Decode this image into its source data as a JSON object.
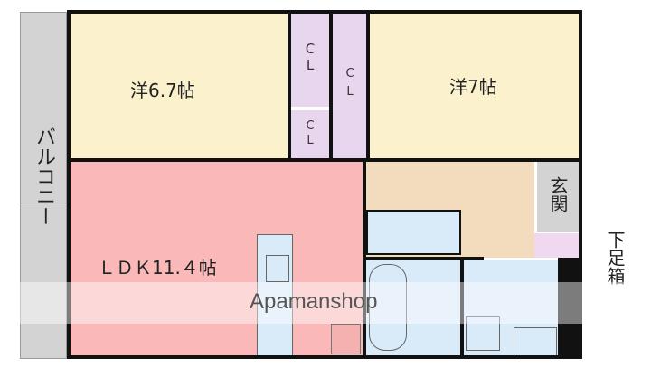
{
  "floorplan": {
    "rooms": {
      "western_room_1": {
        "label": "洋6.7帖",
        "color": "#fbf1cd"
      },
      "western_room_2": {
        "label": "洋7帖",
        "color": "#fbf1cd"
      },
      "ldk": {
        "label": "ＬＤＫ11.４帖",
        "color": "#fbb8b8"
      },
      "closet_1": {
        "label": "C\nL",
        "color": "#e8d6ef"
      },
      "closet_2": {
        "label": "C\nL",
        "color": "#e8d6ef"
      },
      "closet_3": {
        "label": "C\nL",
        "color": "#e8d6ef"
      },
      "hallway": {
        "label": "",
        "color": "#f2dcbd"
      },
      "entrance": {
        "label": "玄関",
        "color": "#d3d3d3"
      },
      "shoe_box": {
        "label": "下足箱",
        "color": "#efd8f0"
      },
      "toilet": {
        "label": "",
        "color": "#d9eaf8"
      },
      "bathroom": {
        "label": "",
        "color": "#d9eaf8"
      },
      "washroom": {
        "label": "",
        "color": "#d9eaf8"
      },
      "kitchen_counter": {
        "label": "",
        "color": "#d9eaf8"
      }
    },
    "balcony": {
      "label": "バルコニー",
      "color": "#d3d3d3"
    },
    "watermark": "Apamanshop"
  }
}
